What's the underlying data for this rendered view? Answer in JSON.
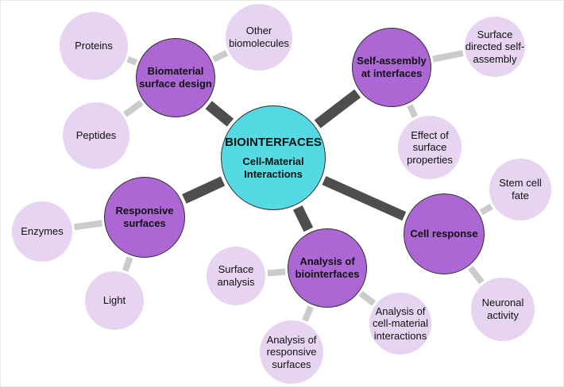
{
  "diagram": {
    "center": {
      "title": "BIOINTERFACES",
      "subtitle": "Cell-Material Interactions"
    },
    "branches": [
      {
        "label": "Biomaterial surface design",
        "leaves": [
          "Proteins",
          "Other biomolecules",
          "Peptides"
        ]
      },
      {
        "label": "Self-assembly at interfaces",
        "leaves": [
          "Surface directed self-assembly",
          "Effect of surface properties"
        ]
      },
      {
        "label": "Responsive surfaces",
        "leaves": [
          "Enzymes",
          "Light"
        ]
      },
      {
        "label": "Analysis of biointerfaces",
        "leaves": [
          "Surface analysis",
          "Analysis of responsive surfaces",
          "Analysis of cell-material interactions"
        ]
      },
      {
        "label": "Cell response",
        "leaves": [
          "Stem cell fate",
          "Neuronal activity"
        ]
      }
    ],
    "colors": {
      "center_fill": "#55D9E2",
      "branch_fill": "#AC67D4",
      "leaf_fill": "#E6D4F1",
      "connector_primary": "#4E4E4E",
      "connector_secondary": "#CBCBCB",
      "background": "#FFFFFF",
      "text": "#111111"
    }
  }
}
